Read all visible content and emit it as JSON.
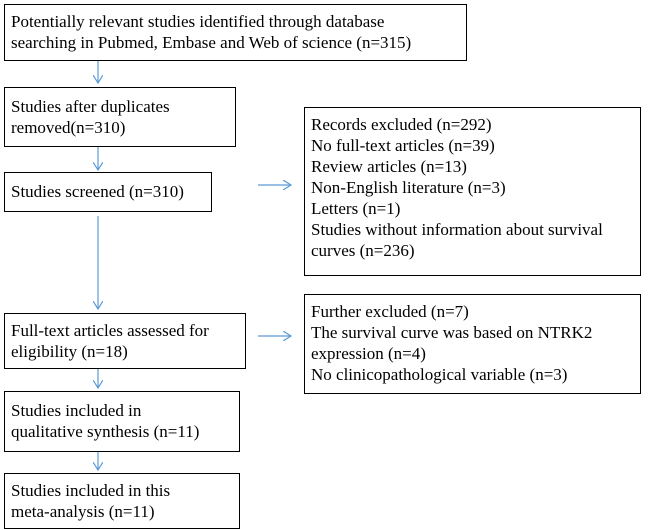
{
  "diagram": {
    "type": "flowchart",
    "arrow_color": "#5b9bd5",
    "boxes": {
      "identified": {
        "lines": [
          "Potentially relevant studies identified through database",
          "searching in Pubmed, Embase and Web of science (n=315)"
        ]
      },
      "after_duplicates": {
        "lines": [
          "Studies after duplicates",
          "removed(n=310)"
        ]
      },
      "screened": {
        "lines": [
          "Studies screened (n=310)"
        ]
      },
      "records_excluded": {
        "lines": [
          "Records excluded (n=292)",
          "No full-text articles (n=39)",
          "Review articles (n=13)",
          "Non-English literature (n=3)",
          "Letters (n=1)",
          "Studies without information about survival",
          "curves (n=236)"
        ]
      },
      "full_text": {
        "lines": [
          "Full-text articles assessed for",
          "eligibility  (n=18)"
        ]
      },
      "further_excluded": {
        "lines": [
          "Further excluded (n=7)",
          "The survival curve was based on NTRK2",
          "expression (n=4)",
          "No clinicopathological variable (n=3)"
        ]
      },
      "qualitative": {
        "lines": [
          "Studies included in",
          "qualitative synthesis (n=11)"
        ]
      },
      "meta_analysis": {
        "lines": [
          "Studies included in this",
          "meta-analysis (n=11)"
        ]
      }
    }
  }
}
